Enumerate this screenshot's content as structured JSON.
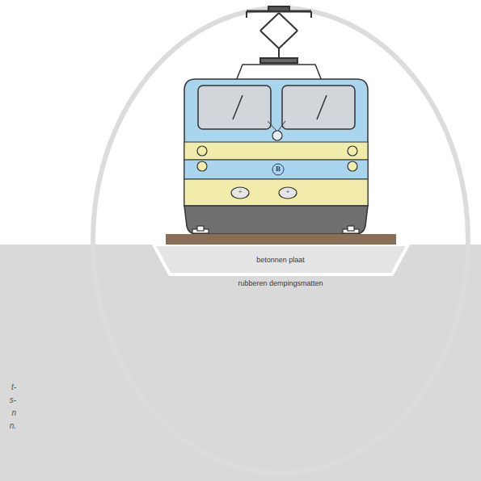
{
  "diagram": {
    "labels": [
      "betonnen plaat",
      "rubberen dempingsmatten",
      "B",
      "+",
      "+",
      "t-",
      "s-",
      "n",
      "n."
    ]
  }
}
